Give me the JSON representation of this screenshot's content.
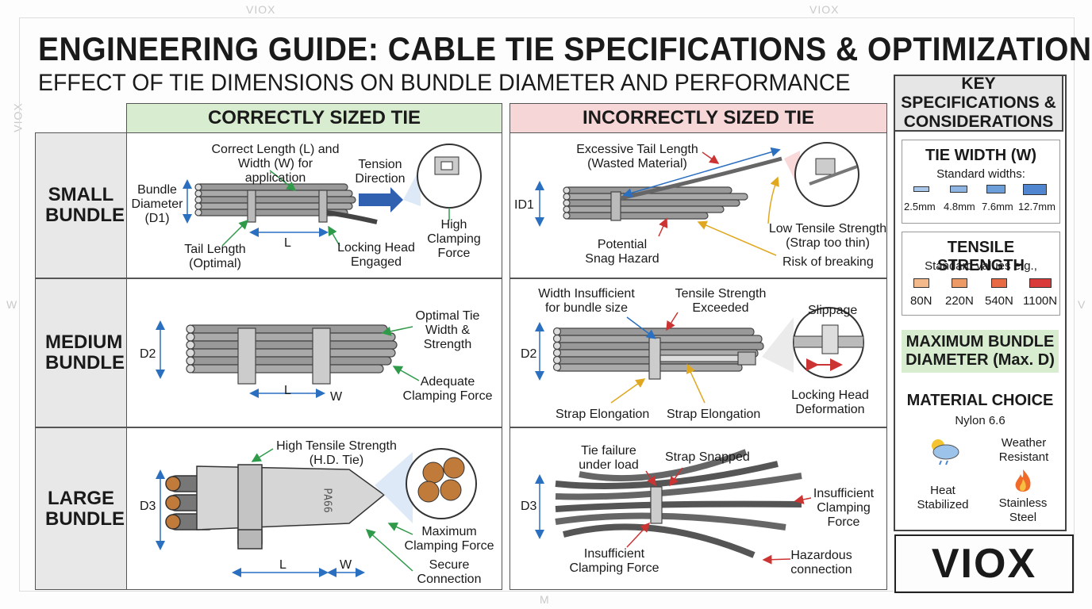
{
  "watermarks": [
    "VIOX",
    "VIOX",
    "VIOX",
    "W",
    "V",
    "M"
  ],
  "title": "ENGINEERING GUIDE: CABLE TIE SPECIFICATIONS & OPTIMIZATION",
  "subtitle": "EFFECT OF TIE DIMENSIONS ON BUNDLE DIAMETER AND PERFORMANCE",
  "columns": {
    "correct": "CORRECTLY SIZED TIE",
    "incorrect": "INCORRECTLY SIZED TIE"
  },
  "rows": {
    "small": "SMALL BUNDLE",
    "medium": "MEDIUM BUNDLE",
    "large": "LARGE BUNDLE"
  },
  "small_correct": {
    "length_width": "Correct Length (L) and Width (W) for application",
    "bundle_diameter": "Bundle Diameter (D1)",
    "tail_length": "Tail Length (Optimal)",
    "l": "L",
    "locking_head": "Locking Head Engaged",
    "tension": "Tension Direction",
    "clamping": "High Clamping Force"
  },
  "small_incorrect": {
    "tail": "Excessive Tail Length (Wasted Material)",
    "d": "ID1",
    "snag": "Potential Snag Hazard",
    "low_tensile": "Low Tensile Strength (Strap too thin)",
    "breaking": "Risk of breaking"
  },
  "medium_correct": {
    "d": "D2",
    "optimal": "Optimal Tie Width & Strength",
    "adequate": "Adequate Clamping Force",
    "l": "L",
    "w": "W"
  },
  "medium_incorrect": {
    "width_insufficient": "Width Insufficient for bundle size",
    "tensile_exceeded": "Tensile Strength Exceeded",
    "d": "D2",
    "slippage": "Slippage",
    "deformation": "Locking Head Deformation",
    "elongation1": "Strap Elongation",
    "elongation2": "Strap Elongation"
  },
  "large_correct": {
    "high_tensile": "High Tensile Strength (H.D. Tie)",
    "d": "D3",
    "tie_mark": "PA66",
    "max_clamping": "Maximum Clamping Force",
    "secure": "Secure Connection",
    "l": "L",
    "w": "W"
  },
  "large_incorrect": {
    "failure": "Tie failure under load",
    "snapped": "Strap Snapped",
    "d": "D3",
    "insufficient1": "Insufficient Clamping Force",
    "insufficient2": "Insufficient Clamping Force",
    "hazardous": "Hazardous connection"
  },
  "sidebar": {
    "header": "KEY SPECIFICATIONS & CONSIDERATIONS",
    "width_title": "TIE WIDTH (W)",
    "width_sub": "Standard widths:",
    "widths": [
      "2.5mm",
      "4.8mm",
      "7.6mm",
      "12.7mm"
    ],
    "tensile_title": "TENSILE STRENGTH",
    "tensile_sub": "Standard values e.g.,",
    "tensile_values": [
      "80N",
      "220N",
      "540N",
      "1100N"
    ],
    "tensile_colors": [
      "#f3b98a",
      "#ee9a66",
      "#e86a45",
      "#d93a3a"
    ],
    "width_color": "#5b8fd6",
    "max_bundle": "MAXIMUM BUNDLE DIAMETER (Max. D)",
    "material_title": "MATERIAL CHOICE",
    "material_sub": "Nylon 6.6",
    "weather": "Weather Resistant",
    "heat": "Heat Stabilized",
    "stainless": "Stainless Steel"
  },
  "logo": "VIOX"
}
